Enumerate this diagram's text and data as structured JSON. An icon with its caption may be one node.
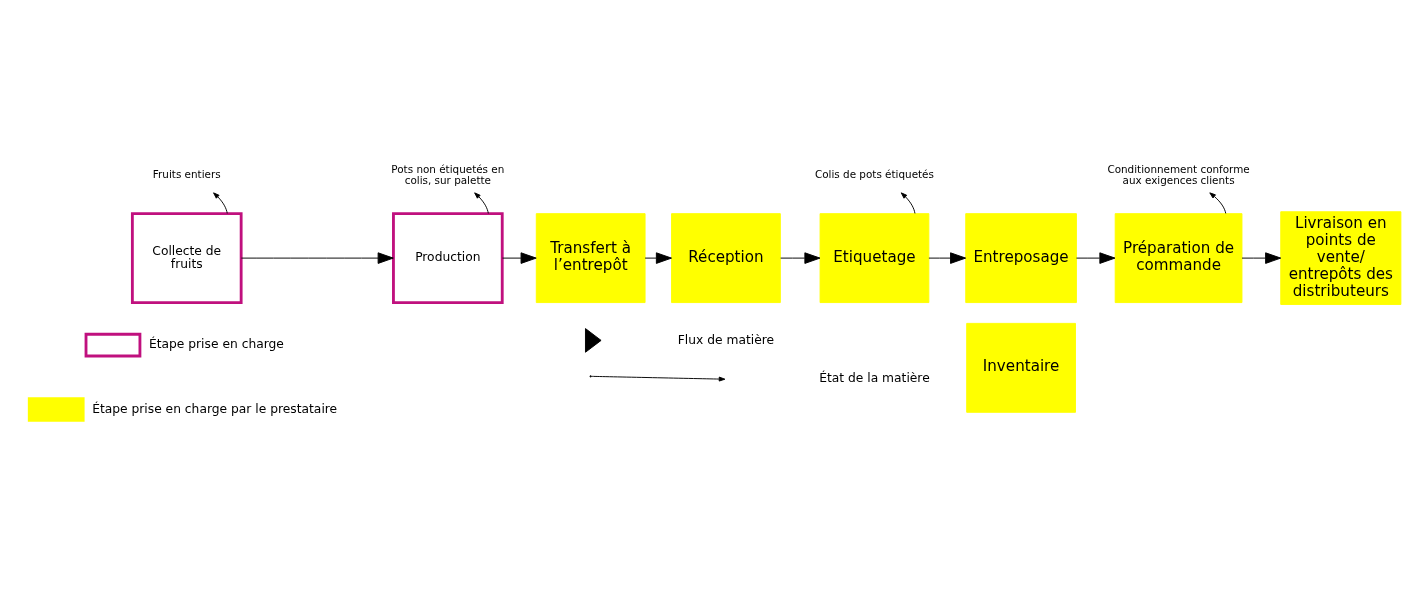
{
  "diagram": {
    "nodes": [
      {
        "text": [
          "Collecte de fruits"
        ]
      },
      {
        "text": [
          "Production"
        ]
      },
      {
        "text": [
          "Transfert à l’entrepôt"
        ]
      },
      {
        "text": [
          "Réception"
        ]
      },
      {
        "text": [
          "Etiquetage"
        ]
      },
      {
        "text": [
          "Entreposage"
        ]
      },
      {
        "text": [
          "Préparation de commande"
        ]
      },
      {
        "text": [
          "Livraison en points de vente/ entrepôts des distributeurs"
        ]
      },
      {
        "text": [
          "Inventaire"
        ]
      },
      {
        "text": [
          "Fruits entiers"
        ]
      },
      {
        "text": [
          "Pots non étiquetés en colis, sur palette"
        ]
      },
      {
        "text": [
          "Colis de pots étiquetés"
        ]
      },
      {
        "text": [
          "Conditionnement conforme aux exigences clients"
        ]
      }
    ],
    "edges": [
      {
        "from": 0,
        "to": 1,
        "arrow": "to"
      },
      {
        "from": 1,
        "to": 2,
        "arrow": "to"
      },
      {
        "from": 2,
        "to": 3,
        "arrow": "to"
      },
      {
        "from": 3,
        "to": 4,
        "arrow": "to"
      },
      {
        "from": 4,
        "to": 5,
        "arrow": "to"
      },
      {
        "from": 5,
        "to": 6,
        "arrow": "to"
      },
      {
        "from": 6,
        "to": 7,
        "arrow": "to"
      },
      {
        "from": 0,
        "to": 9,
        "arrow": "to"
      },
      {
        "from": 1,
        "to": 10,
        "arrow": "to"
      },
      {
        "from": 4,
        "to": 11,
        "arrow": "to"
      },
      {
        "from": 6,
        "to": 12,
        "arrow": "to"
      }
    ],
    "legend": [
      {
        "text": "Étape prise en charge"
      },
      {
        "text": "Flux de matière"
      },
      {
        "text": "Étape prise en charge par le prestataire",
        "color": "#ffff00"
      },
      {
        "text": "État de la matière"
      }
    ]
  }
}
